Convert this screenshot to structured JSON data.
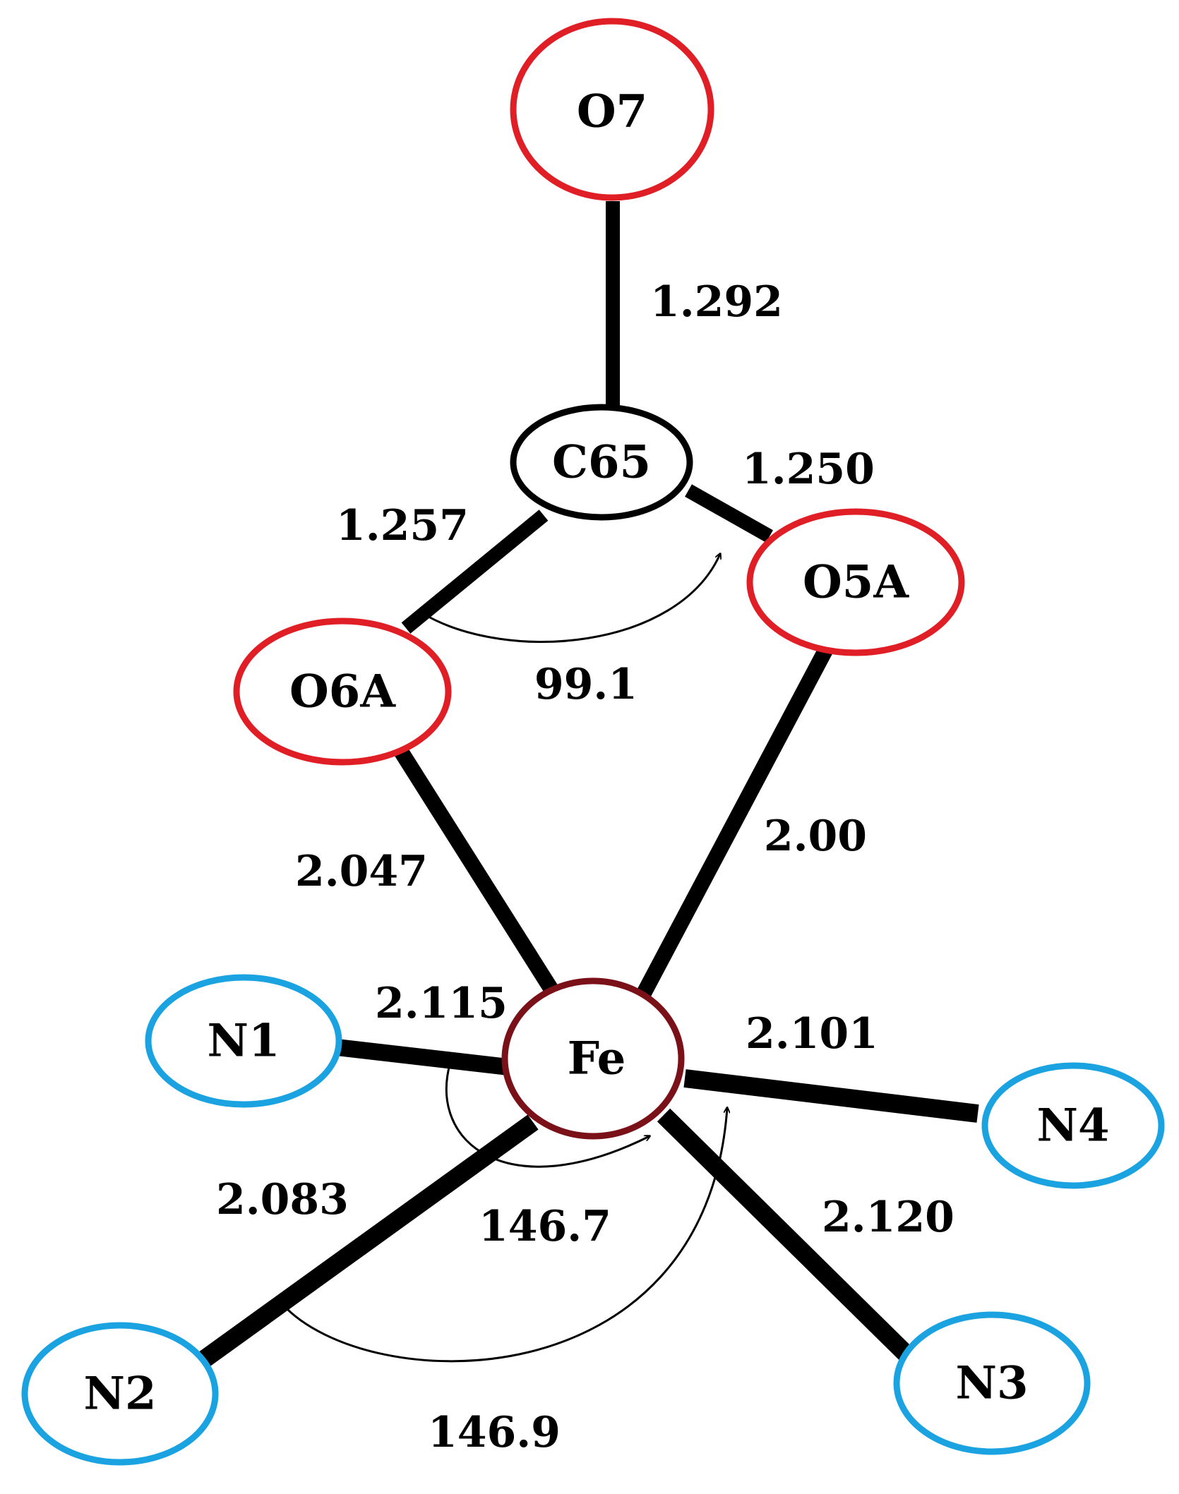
{
  "colors": {
    "oxygen": "#e01e25",
    "carbon": "#000000",
    "iron": "#7a1018",
    "nitrogen": "#1aa3e0",
    "bond": "#000000"
  },
  "atoms": {
    "O7": "O7",
    "C65": "C65",
    "O5A": "O5A",
    "O6A": "O6A",
    "Fe": "Fe",
    "N1": "N1",
    "N2": "N2",
    "N3": "N3",
    "N4": "N4"
  },
  "bonds": {
    "O7_C65": "1.292",
    "C65_O5A": "1.250",
    "C65_O6A": "1.257",
    "Fe_O6A": "2.047",
    "Fe_O5A": "2.00",
    "Fe_N1": "2.115",
    "Fe_N4": "2.101",
    "Fe_N2": "2.083",
    "Fe_N3": "2.120"
  },
  "angles": {
    "O6A_C65_O5A": "99.1",
    "N1_Fe_N2": "146.7",
    "N2_Fe_N4": "146.9"
  }
}
